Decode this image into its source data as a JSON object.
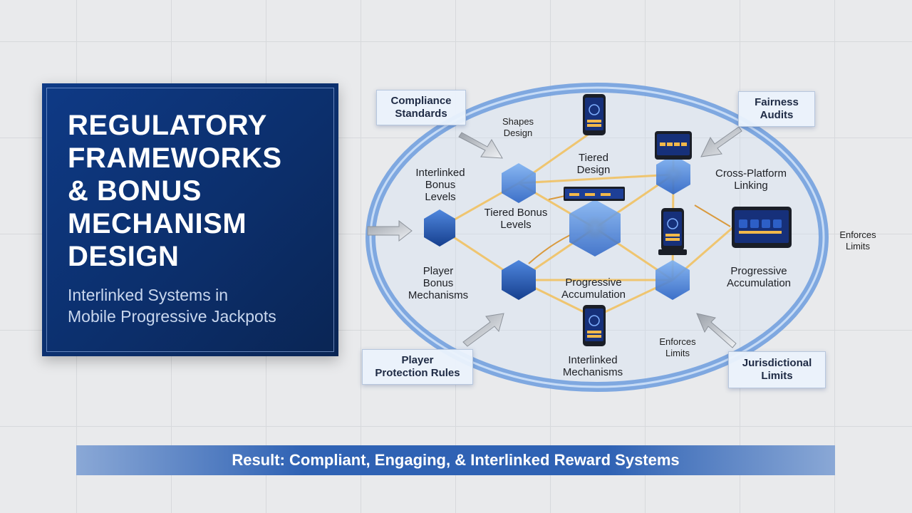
{
  "title": {
    "main": "REGULATORY\nFRAMEWORKS\n& BONUS\nMECHANISM\nDESIGN",
    "subtitle": "Interlinked Systems in\nMobile Progressive Jackpots"
  },
  "boxes": {
    "compliance_standards": "Compliance\nStandards",
    "fairness_audits": "Fairness\nAudits",
    "player_protection_rules": "Player\nProtection Rules",
    "jurisdictional_limits": "Jurisdictional\nLimits"
  },
  "labels": {
    "shapes_design": "Shapes\nDesign",
    "tiered_design": "Tiered\nDesign",
    "interlinked_bonus_levels": "Interlinked\nBonus\nLevels",
    "tiered_bonus_levels": "Tiered Bonus\nLevels",
    "cross_platform_linking": "Cross-Platform\nLinking",
    "player_bonus_mechanisms": "Player\nBonus\nMechanisms",
    "progressive_accumulation_center": "Progressive\nAccumulation",
    "progressive_accumulation_right": "Progressive\nAccumulation",
    "enforces_limits_outer": "Enforces\nLimits",
    "enforces_limits_inner": "Enforces\nLimits",
    "interlinked_mechanisms": "Interlinked\nMechanisms"
  },
  "result": "Result: Compliant, Engaging, & Interlinked Reward Systems",
  "colors": {
    "title_bg": "#0c2f6c",
    "ring": "#5b8fd6",
    "hexagon": "#3f7fd8",
    "link_line": "#f2c05a",
    "result_bar": "#2f62b4"
  }
}
